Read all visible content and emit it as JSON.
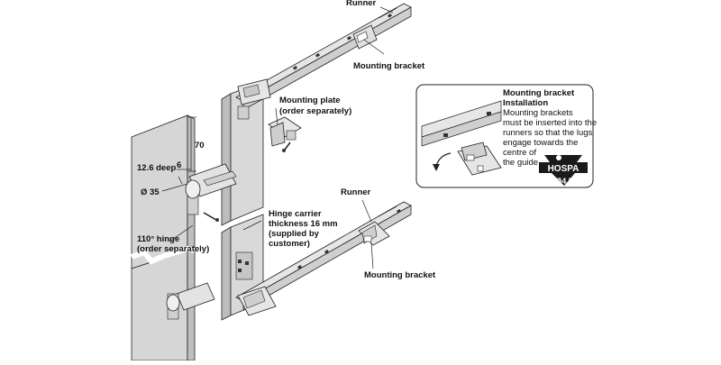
{
  "labels": {
    "runner_top": "Runner",
    "mounting_bracket_top": "Mounting bracket",
    "mounting_plate": [
      "Mounting plate",
      "(order separately)"
    ],
    "runner_bottom": "Runner",
    "mounting_bracket_bottom": "Mounting bracket",
    "hinge_carrier": [
      "Hinge carrier",
      "thickness 16 mm",
      "(supplied by",
      "customer)"
    ],
    "hinge": [
      "110° hinge",
      "(order separately)"
    ],
    "dim_70": "70",
    "dim_6": "6",
    "dim_depth": "12.6 deep",
    "dim_diameter": "Ø 35"
  },
  "inset": {
    "title": [
      "Mounting bracket",
      "Installation"
    ],
    "body": [
      "Mounting brackets",
      "must be inserted into the",
      "runners so that the lugs",
      "engage towards the",
      "centre of",
      "the guide"
    ],
    "brand": "HOSPA",
    "screw_size": "Ø4.5"
  }
}
